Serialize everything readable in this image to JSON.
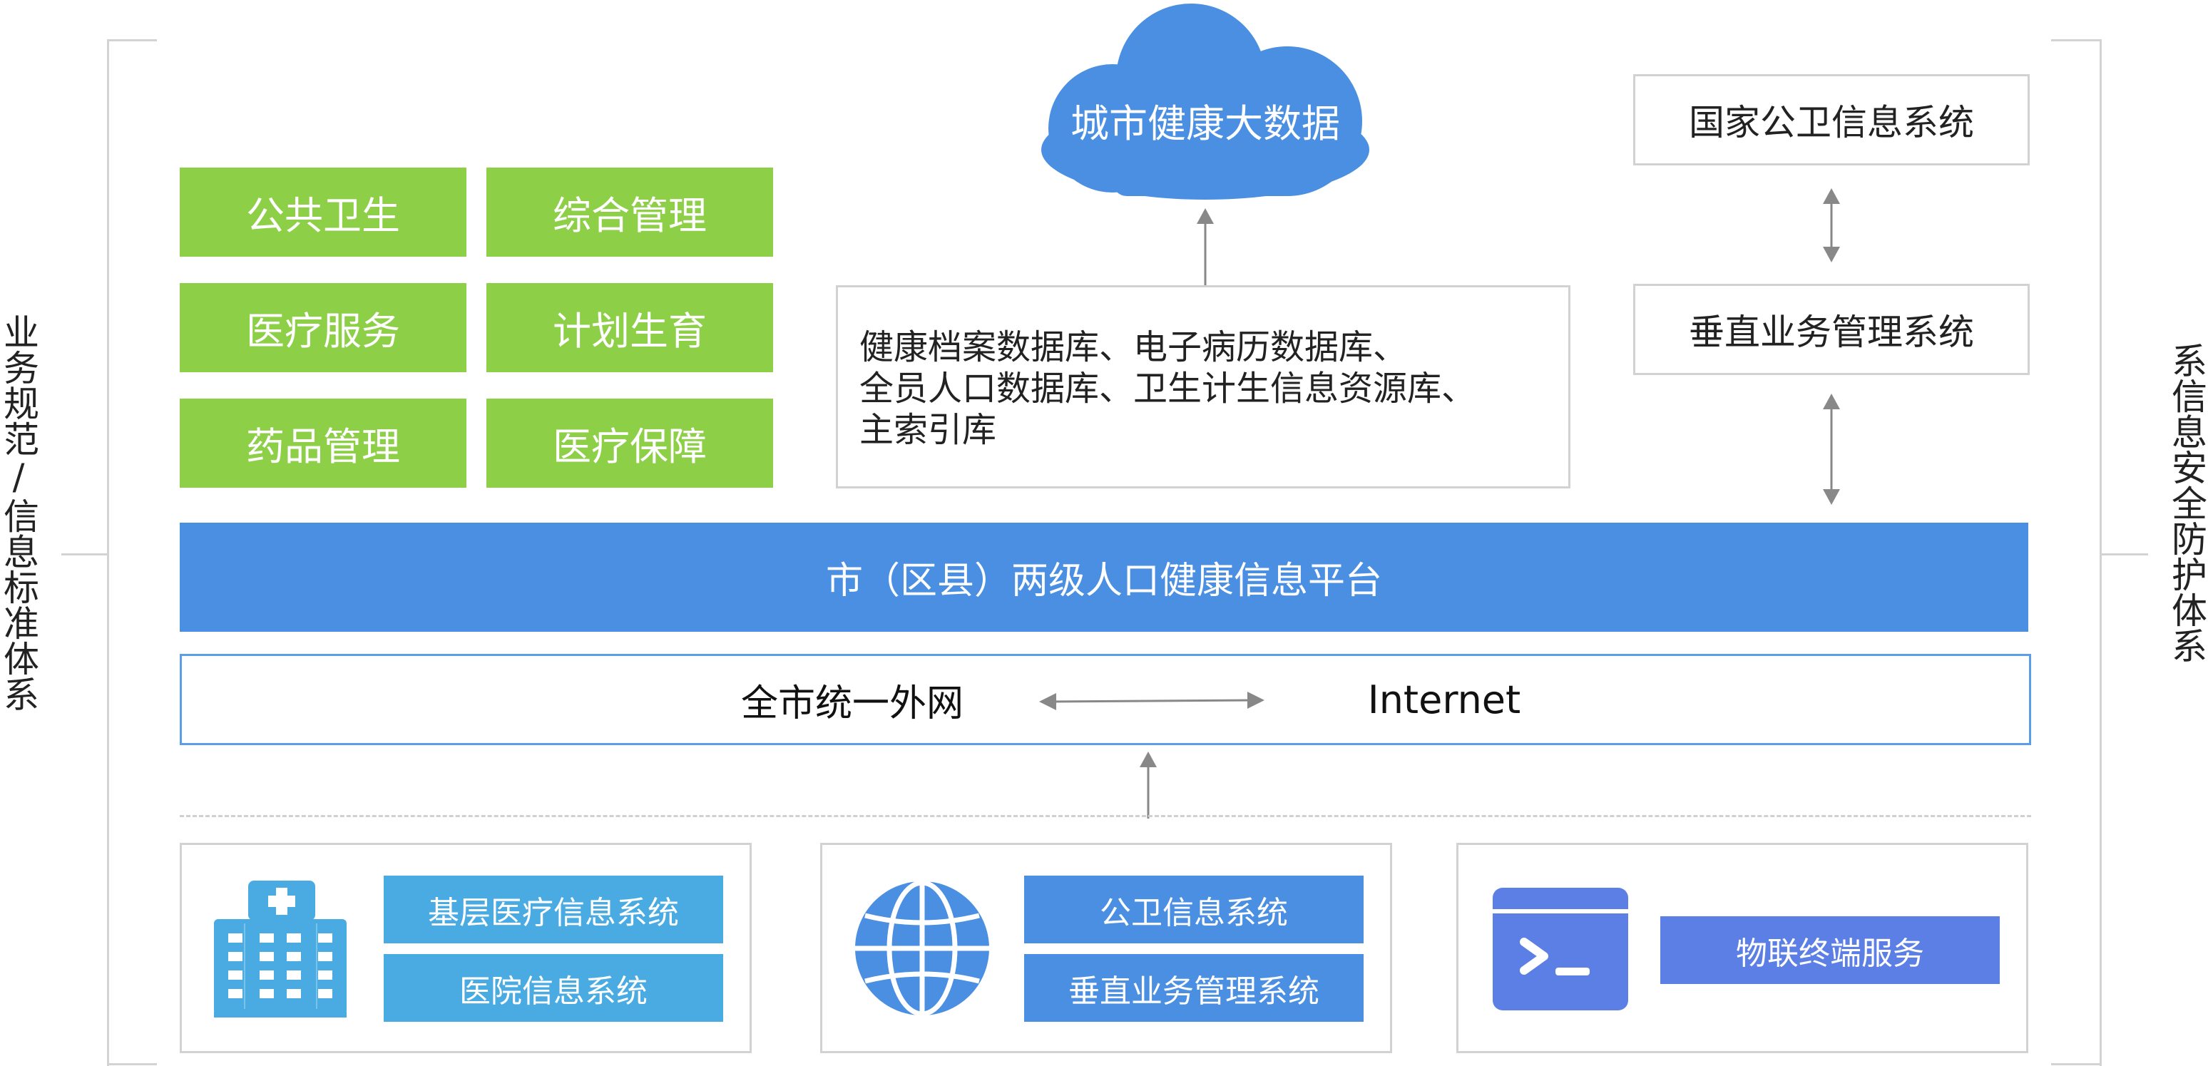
{
  "left_caption": "业务规范/信息标准体系",
  "right_caption": "系信息安全防护体系",
  "cloud": {
    "label": "城市健康大数据"
  },
  "business_items": [
    "公共卫生",
    "综合管理",
    "医疗服务",
    "计划生育",
    "药品管理",
    "医疗保障"
  ],
  "database": {
    "lines": [
      "健康档案数据库、电子病历数据库、",
      "全员人口数据库、卫生计生信息资源库、",
      "主索引库"
    ]
  },
  "national_system": "国家公卫信息系统",
  "vertical_system": "垂直业务管理系统",
  "platform": "市（区县）两级人口健康信息平台",
  "network": {
    "left": "全市统一外网",
    "right": "Internet"
  },
  "bottom_groups": [
    {
      "icon": "hospital-icon",
      "items": [
        "基层医疗信息系统",
        "医院信息系统"
      ]
    },
    {
      "icon": "globe-icon",
      "items": [
        "公卫信息系统",
        "垂直业务管理系统"
      ]
    },
    {
      "icon": "terminal-icon",
      "items": [
        "物联终端服务"
      ]
    }
  ],
  "colors": {
    "green": "#8ecf48",
    "blue": "#4a8fe2",
    "cyan": "#49abe2",
    "violet": "#5b7fe4",
    "frame": "#d3d3d3"
  }
}
